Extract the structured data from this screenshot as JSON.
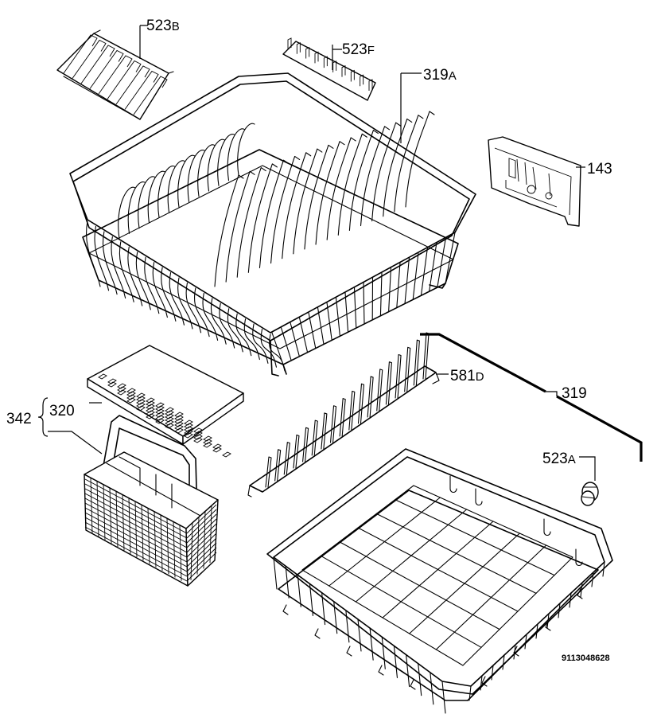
{
  "document_code": "9113048628",
  "parts": [
    {
      "id": "523b",
      "number": "523",
      "suffix": "B"
    },
    {
      "id": "523f",
      "number": "523",
      "suffix": "F"
    },
    {
      "id": "319a",
      "number": "319",
      "suffix": "A"
    },
    {
      "id": "143",
      "number": "143",
      "suffix": ""
    },
    {
      "id": "581d",
      "number": "581",
      "suffix": "D"
    },
    {
      "id": "319",
      "number": "319",
      "suffix": ""
    },
    {
      "id": "523a",
      "number": "523",
      "suffix": "A"
    },
    {
      "id": "320",
      "number": "320",
      "suffix": ""
    },
    {
      "id": "342",
      "number": "342",
      "suffix": ""
    }
  ]
}
